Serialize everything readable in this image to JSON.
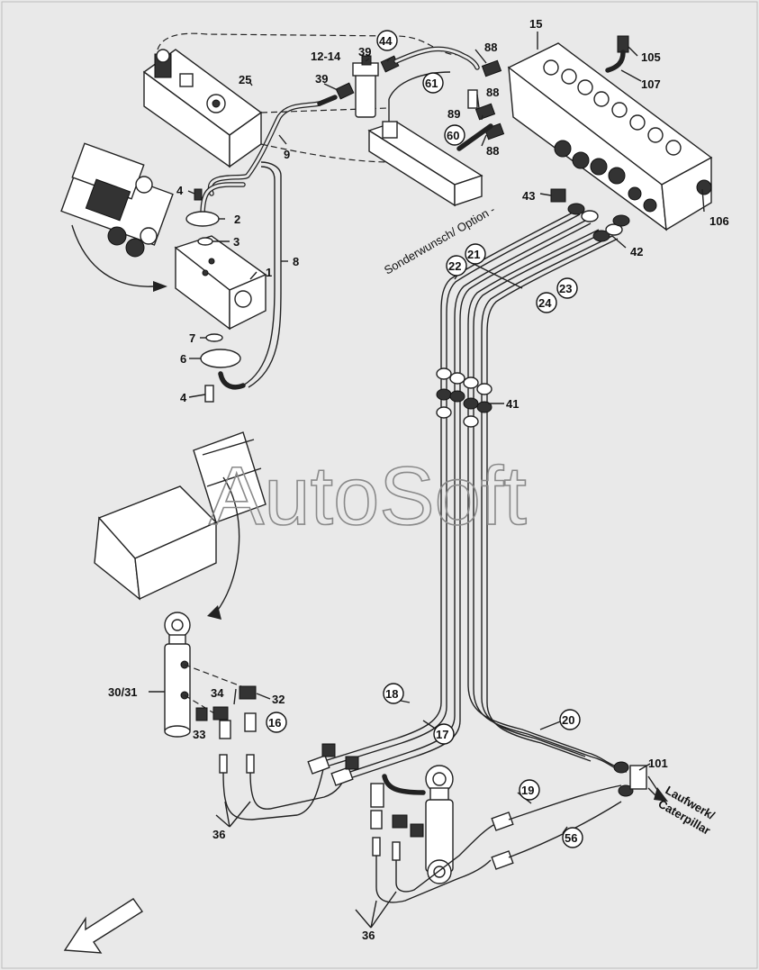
{
  "watermark": "AutoSoft",
  "labels": {
    "l15": "15",
    "l105": "105",
    "l107": "107",
    "l106": "106",
    "l88a": "88",
    "l88b": "88",
    "l88c": "88",
    "l89": "89",
    "l44": "44",
    "l39a": "39",
    "l39b": "39",
    "l1214": "12-14",
    "l61": "61",
    "l60": "60",
    "l25": "25",
    "l9": "9",
    "l8": "8",
    "l4a": "4",
    "l4b": "4",
    "l2": "2",
    "l3": "3",
    "l1": "1",
    "l7": "7",
    "l6": "6",
    "l43": "43",
    "l42": "42",
    "l41": "41",
    "l21": "21",
    "l22": "22",
    "l23": "23",
    "l24": "24",
    "l3031": "30/31",
    "l34": "34",
    "l32": "32",
    "l33": "33",
    "l16": "16",
    "l18": "18",
    "l17": "17",
    "l20": "20",
    "l19": "19",
    "l56": "56",
    "l101": "101",
    "l36a": "36",
    "l36b": "36"
  },
  "option_text": "Sonderwunsch/ Option -",
  "caterpillar_text": {
    "line1": "Laufwerk/",
    "line2": "Caterpillar"
  }
}
